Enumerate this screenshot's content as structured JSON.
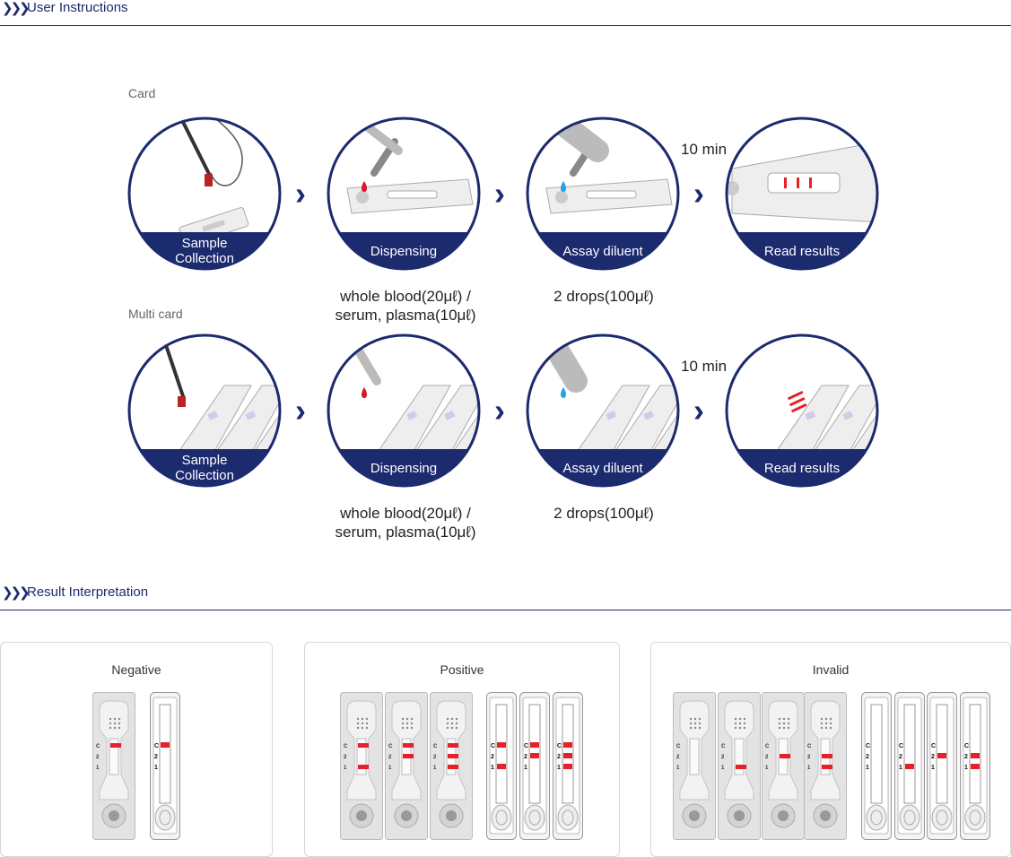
{
  "instructions": {
    "heading": "User Instructions",
    "rows": [
      {
        "label": "Card",
        "timer": "10 min",
        "steps": [
          "Sample\nCollection",
          "Dispensing",
          "Assay diluent",
          "Read results"
        ],
        "notes": {
          "dispensing": "whole blood(20μℓ) /\nserum, plasma(10μℓ)",
          "diluent": "2 drops(100μℓ)"
        }
      },
      {
        "label": "Multi card",
        "timer": "10 min",
        "steps": [
          "Sample\nCollection",
          "Dispensing",
          "Assay diluent",
          "Read results"
        ],
        "notes": {
          "dispensing": "whole blood(20μℓ) /\nserum, plasma(10μℓ)",
          "diluent": "2 drops(100μℓ)"
        }
      }
    ]
  },
  "interpretation": {
    "heading": "Result Interpretation",
    "panels": [
      {
        "title": "Negative"
      },
      {
        "title": "Positive"
      },
      {
        "title": "Invalid"
      }
    ],
    "strip_markings": [
      "C",
      "2",
      "1"
    ]
  },
  "colors": {
    "navy": "#1c2a6e",
    "result_red": "#e8202a",
    "blood_red": "#d6182a",
    "diluent_blue": "#29a3e0"
  }
}
